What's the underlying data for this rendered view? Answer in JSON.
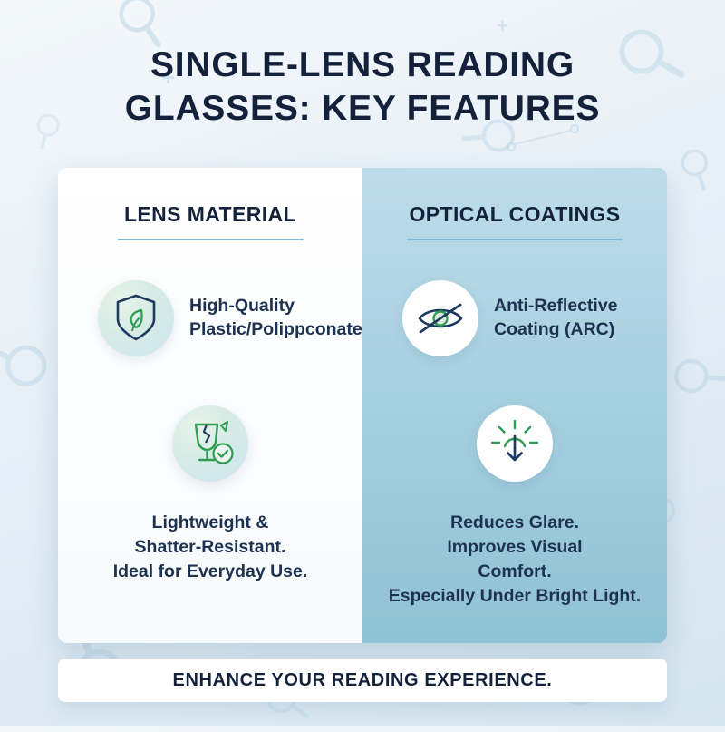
{
  "page": {
    "title": "SINGLE-LENS READING GLASSES: KEY FEATURES",
    "footer": "ENHANCE YOUR READING EXPERIENCE."
  },
  "columns": {
    "left": {
      "heading": "LENS MATERIAL",
      "items": [
        {
          "icon": "shield-leaf-icon",
          "text": "High-Quality\nPlastic/Polippconate"
        },
        {
          "icon": "shatterproof-check-icon",
          "text": "Lightweight &\nShatter-Resistant.\nIdeal for Everyday Use."
        }
      ]
    },
    "right": {
      "heading": "OPTICAL COATINGS",
      "items": [
        {
          "icon": "anti-reflective-eye-icon",
          "text": "Anti-Reflective\nCoating (ARC)"
        },
        {
          "icon": "glare-reduction-sun-icon",
          "text": "Reduces Glare.\nImproves Visual\nComfort.\nEspecially Under Bright Light."
        }
      ]
    }
  },
  "colors": {
    "navy": "#14213b",
    "body_text": "#1d3250",
    "green": "#2f9e52",
    "underline": "#7fb7d2",
    "right_panel_top": "#bddce9",
    "right_panel_bottom": "#8fc2d5"
  }
}
